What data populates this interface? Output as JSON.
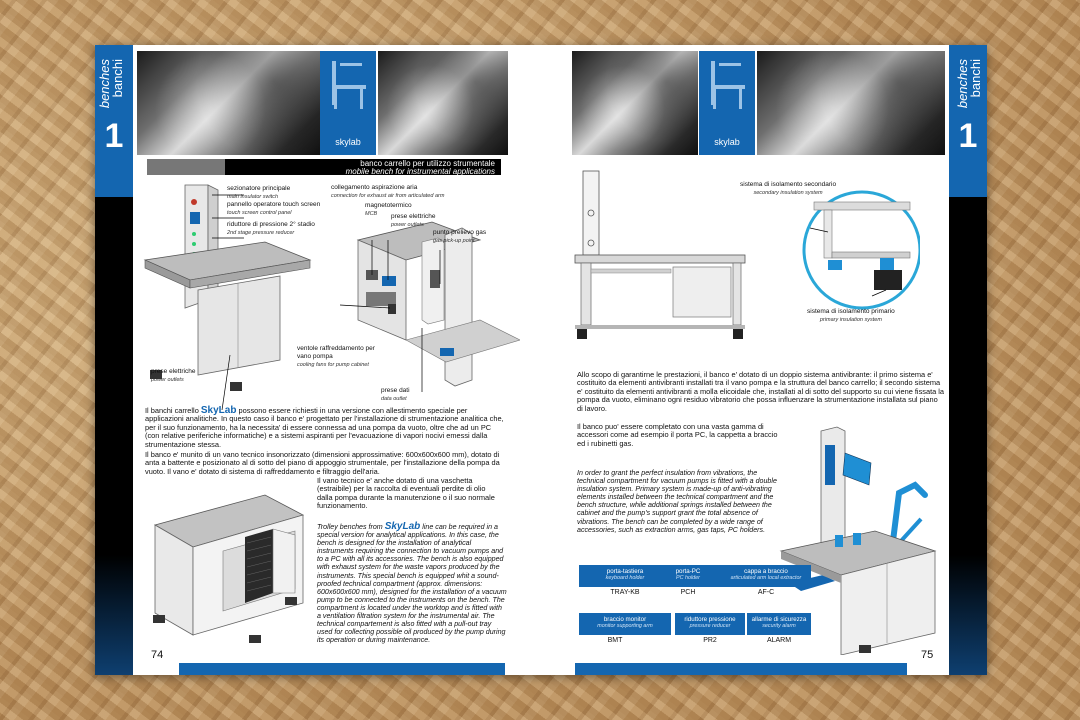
{
  "section": {
    "word_it": "banchi",
    "word_en": "benches",
    "number": "1",
    "brand_tag": "skylab"
  },
  "left": {
    "heading_it": "banco carrello per utilizzo strumentale",
    "heading_en": "mobile bench for instrumental applications",
    "labels": {
      "main_switch": {
        "it": "sezionatore principale",
        "en": "main insulator switch"
      },
      "touch_panel": {
        "it": "pannello operatore touch screen",
        "en": "touch screen control panel"
      },
      "reducer": {
        "it": "riduttore di pressione 2° stadio",
        "en": "2nd stage pressure reducer"
      },
      "exhaust": {
        "it": "collegamento aspirazione aria",
        "en": "connection for exhaust air from articulated arm"
      },
      "mcb": {
        "it": "magnetotermico",
        "en": "MCB"
      },
      "outlets_top": {
        "it": "prese elettriche",
        "en": "power outlets"
      },
      "gas": {
        "it": "punto prelievo gas",
        "en": "gas pick-up point"
      },
      "fans": {
        "it": "ventole raffreddamento per vano pompa",
        "en": "cooling fans for pump cabinet"
      },
      "outlets_bottom": {
        "it": "prese elettriche",
        "en": "power outlets"
      },
      "data": {
        "it": "prese dati",
        "en": "data outlet"
      }
    },
    "brand": "SkyLab",
    "para_it_1a": "Il banchi carrello",
    "para_it_1b": "possono essere richiesti in una versione con allestimento speciale per applicazioni analitiche. In questo caso il banco e' progettato per l'installazione di strumentazione analitica che, per il suo funzionamento, ha la necessita' di essere connessa ad una pompa da vuoto, oltre che ad un PC (con relative periferiche informatiche) e a sistemi aspiranti per l'evacuazione di vapori nocivi emessi dalla strumentazione stessa.",
    "para_it_2": "Il banco e' munito di un vano tecnico insonorizzato (dimensioni approssimative: 600x600x600 mm), dotato di anta a battente e posizionato al di sotto del piano di appoggio strumentale, per l'installazione della pompa da vuoto. Il vano e' dotato di sistema di raffreddamento e filtraggio dell'aria.",
    "para_it_3": "Il vano tecnico e' anche dotato di una vaschetta (estraibile) per la raccolta di eventuali perdite di olio dalla pompa durante la manutenzione o il suo normale funzionamento.",
    "para_en_a": "Trolley benches from",
    "para_en_b": "line can be required in a special version for analytical applications. In this case, the bench is designed for the installation of analytical instruments requiring the connection to vacuum pumps and to a PC with all its accessories. The bench is also equipped with exhaust system for the waste vapors produced by the instruments. This special bench is equipped whit a sound-proofed technical compartment (approx. dimensions: 600x600x600 mm), designed for the installation of a vacuum pump to be connected to the instruments on the bench. The compartment is located under the worktop and is fitted with a ventilation filtration system for the instrumental air. The technical compartement is also fitted with a pull-out tray used for collecting possible oil produced by the pump during its operation or during maintenance.",
    "page": "74"
  },
  "right": {
    "labels": {
      "secondary": {
        "it": "sistema di isolamento secondario",
        "en": "secondary insulation system"
      },
      "primary": {
        "it": "sistema di isolamento primario",
        "en": "primary insulation system"
      }
    },
    "para_it": "Allo scopo di garantirne le prestazioni, il banco e' dotato di un doppio sistema antivibrante: il primo sistema e' costituito da elementi antivibranti installati tra il vano pompa e la struttura del banco carrello; il secondo sistema e' costituito da elementi antivibranti a molla elicoidale che, installati al di sotto del supporto su cui viene fissata la pompa da vuoto, eliminano ogni residuo vibratorio che possa influenzare la strumentazione installata sul piano di lavoro.",
    "para_it_2": "Il banco puo' essere completato con una vasta gamma di accessori come ad esempio il porta PC, la cappetta a braccio ed i rubinetti gas.",
    "para_en": "In order to grant the perfect insulation from vibrations, the technical compartment for vacuum pumps is fitted with a double insulation system. Primary system is made-up of anti-vibrating elements installed between the technical compartment and the bench structure, while additional springs installed between the cabinet and the pump's support grant the total absence of vibrations. The bench can be completed by a wide range of accessories, such as extraction arms, gas taps, PC holders.",
    "accessories": [
      {
        "it": "porta-tastiera",
        "en": "keyboard holder",
        "code": "TRAY-KB"
      },
      {
        "it": "porta-PC",
        "en": "PC holder",
        "code": "PCH"
      },
      {
        "it": "cappa a braccio",
        "en": "articulated arm local extractor",
        "code": "AF-C"
      },
      {
        "it": "braccio monitor",
        "en": "monitor supporting arm",
        "code": "BMT"
      },
      {
        "it": "riduttore pressione",
        "en": "pressure reducer",
        "code": "PR2"
      },
      {
        "it": "allarme di sicurezza",
        "en": "security alarm",
        "code": "ALARM"
      }
    ],
    "page": "75"
  }
}
